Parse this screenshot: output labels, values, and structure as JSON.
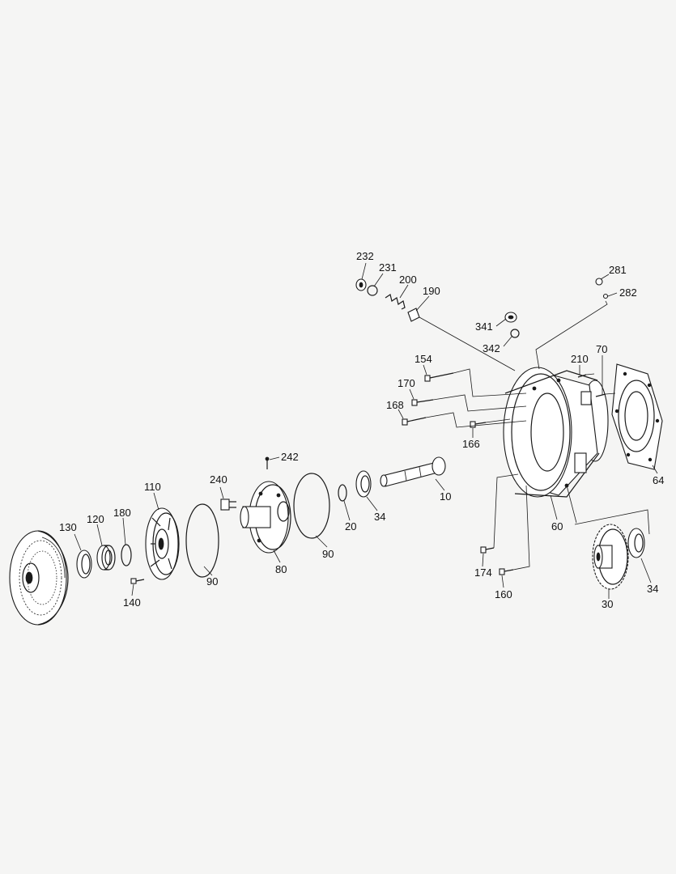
{
  "diagram": {
    "callouts": [
      {
        "id": "c232",
        "text": "232"
      },
      {
        "id": "c231",
        "text": "231"
      },
      {
        "id": "c200",
        "text": "200"
      },
      {
        "id": "c190",
        "text": "190"
      },
      {
        "id": "c281",
        "text": "281"
      },
      {
        "id": "c282",
        "text": "282"
      },
      {
        "id": "c341",
        "text": "341"
      },
      {
        "id": "c342",
        "text": "342"
      },
      {
        "id": "c154",
        "text": "154"
      },
      {
        "id": "c210",
        "text": "210"
      },
      {
        "id": "c70",
        "text": "70"
      },
      {
        "id": "c170",
        "text": "170"
      },
      {
        "id": "c168",
        "text": "168"
      },
      {
        "id": "c166",
        "text": "166"
      },
      {
        "id": "c242",
        "text": "242"
      },
      {
        "id": "c240",
        "text": "240"
      },
      {
        "id": "c110",
        "text": "110"
      },
      {
        "id": "c130",
        "text": "130"
      },
      {
        "id": "c120",
        "text": "120"
      },
      {
        "id": "c180",
        "text": "180"
      },
      {
        "id": "c140",
        "text": "140"
      },
      {
        "id": "c90a",
        "text": "90"
      },
      {
        "id": "c80",
        "text": "80"
      },
      {
        "id": "c90b",
        "text": "90"
      },
      {
        "id": "c20",
        "text": "20"
      },
      {
        "id": "c34a",
        "text": "34"
      },
      {
        "id": "c10",
        "text": "10"
      },
      {
        "id": "c60",
        "text": "60"
      },
      {
        "id": "c64",
        "text": "64"
      },
      {
        "id": "c174",
        "text": "174"
      },
      {
        "id": "c160",
        "text": "160"
      },
      {
        "id": "c30",
        "text": "30"
      },
      {
        "id": "c34b",
        "text": "34"
      }
    ]
  }
}
